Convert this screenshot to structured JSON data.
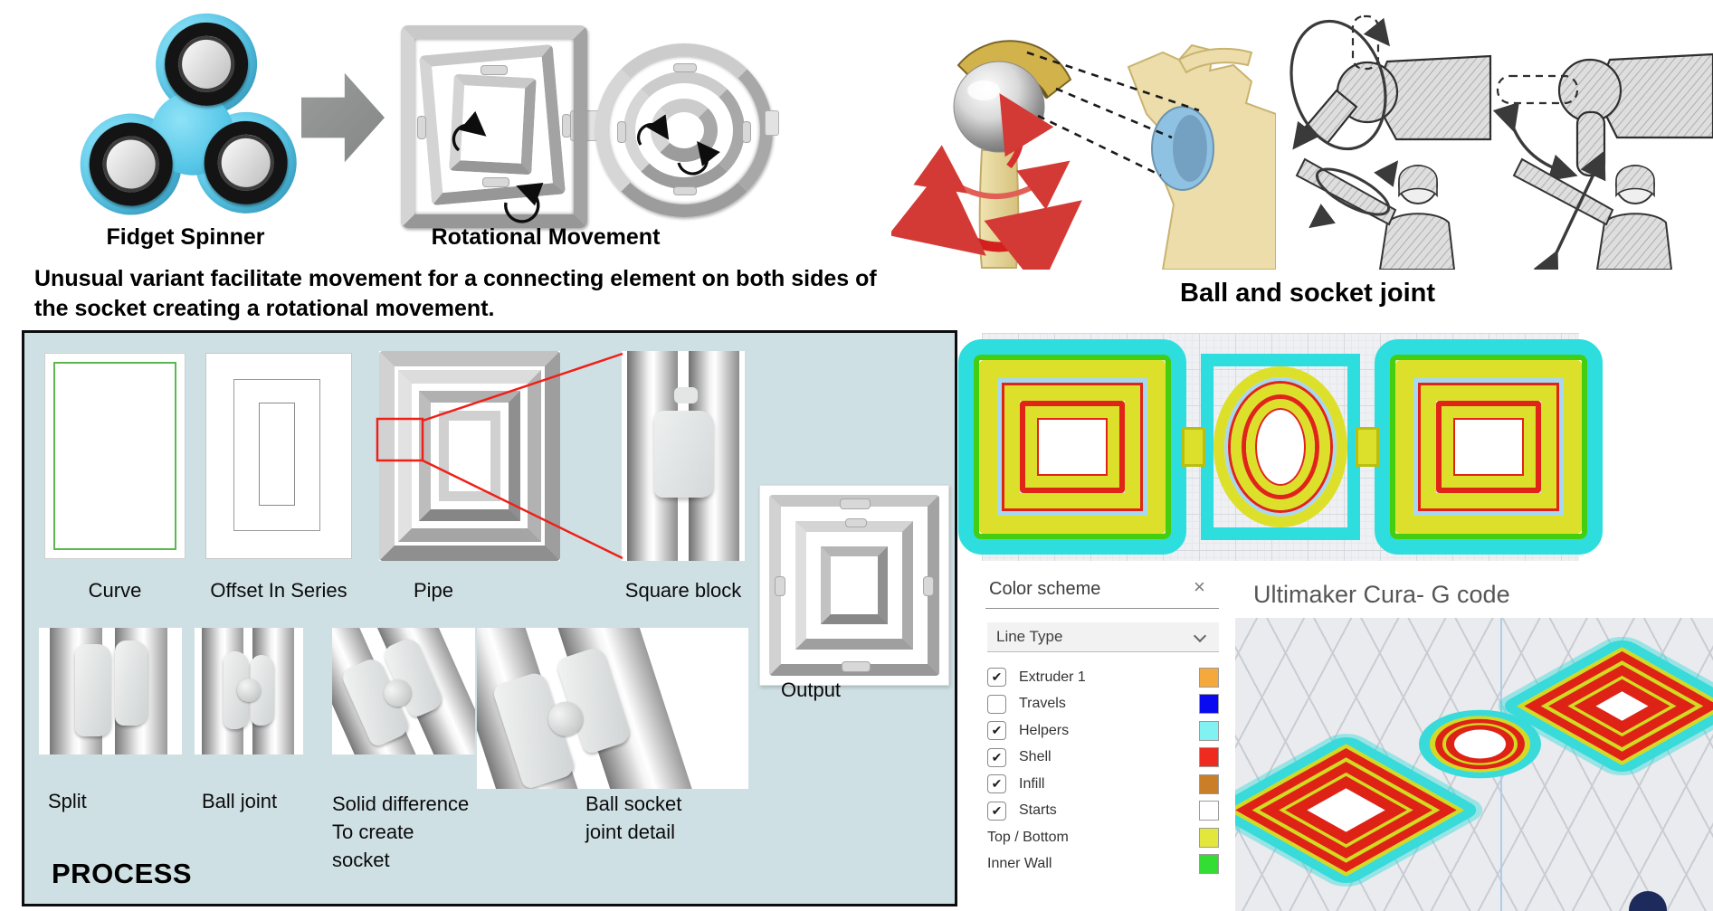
{
  "hero": {
    "fidget_caption": "Fidget Spinner",
    "rotation_caption": "Rotational Movement",
    "description": "Unusual variant facilitate movement for a connecting element on both sides of the socket creating a rotational movement.",
    "ball_socket_caption": "Ball and socket joint"
  },
  "process": {
    "title": "PROCESS",
    "row1_labels": [
      "Curve",
      "Offset In Series",
      "Pipe",
      "Square block"
    ],
    "output_label": "Output",
    "row2_labels": [
      "Split",
      "Ball joint",
      "Solid difference\nTo create\nsocket",
      "Ball socket\njoint detail"
    ]
  },
  "cura": {
    "heading": "Ultimaker Cura- G code",
    "panel": {
      "title": "Color scheme",
      "close_glyph": "×",
      "check_glyph": "✔",
      "dropdown_label": "Line Type",
      "rows": [
        {
          "label": "Extruder 1",
          "checkbox": true,
          "checked": true,
          "swatch": "#f5a93c"
        },
        {
          "label": "Travels",
          "checkbox": true,
          "checked": false,
          "swatch": "#0a0af0"
        },
        {
          "label": "Helpers",
          "checkbox": true,
          "checked": true,
          "swatch": "#82f1f1"
        },
        {
          "label": "Shell",
          "checkbox": true,
          "checked": true,
          "swatch": "#ef2a1f"
        },
        {
          "label": "Infill",
          "checkbox": true,
          "checked": true,
          "swatch": "#c97e27"
        },
        {
          "label": "Starts",
          "checkbox": true,
          "checked": true,
          "swatch": "#ffffff"
        },
        {
          "label": "Top / Bottom",
          "checkbox": false,
          "checked": null,
          "swatch": "#e3e73c"
        },
        {
          "label": "Inner Wall",
          "checkbox": false,
          "checked": null,
          "swatch": "#33dd33"
        }
      ]
    }
  },
  "palette": {
    "process_panel_bg": "#cfe0e4",
    "slicer_cyan": "#2edede",
    "slicer_yellow": "#dde02b",
    "slicer_red": "#e02418",
    "slicer_green": "#44ce12",
    "slicer_skyblue": "#a8d8f0",
    "spinner_blue": "#57c7e8"
  }
}
